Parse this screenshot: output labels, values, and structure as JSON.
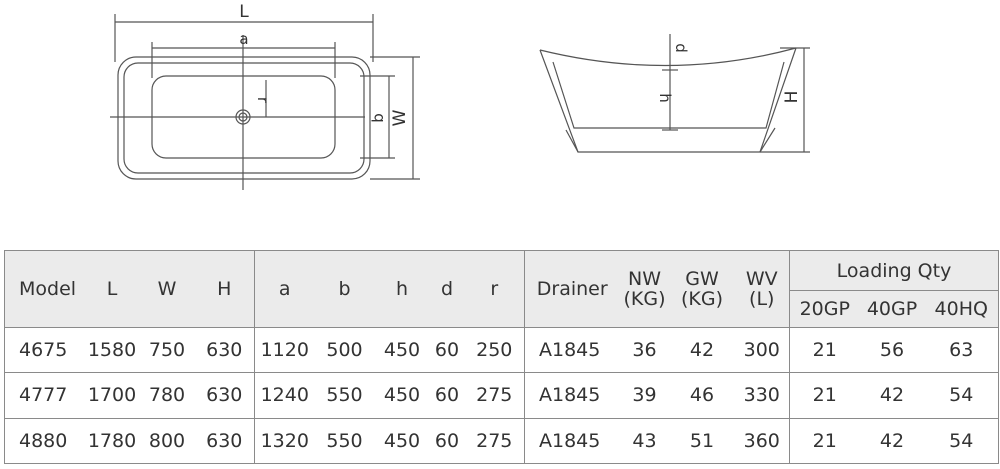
{
  "drawing": {
    "top_labels": {
      "L": "L",
      "a": "a",
      "r": "r",
      "b": "b",
      "W": "W"
    },
    "side_labels": {
      "d": "d",
      "h": "h",
      "H": "H"
    }
  },
  "table": {
    "headers": {
      "model": "Model",
      "L": "L",
      "W": "W",
      "H": "H",
      "a": "a",
      "b": "b",
      "h": "h",
      "d": "d",
      "r": "r",
      "drainer": "Drainer",
      "nw": [
        "NW",
        "(KG)"
      ],
      "gw": [
        "GW",
        "(KG)"
      ],
      "wv": [
        "WV",
        "(L)"
      ],
      "loading": "Loading Qty",
      "loading_sub": [
        "20GP",
        "40GP",
        "40HQ"
      ]
    },
    "rows": [
      [
        "4675",
        "1580",
        "750",
        "630",
        "1120",
        "500",
        "450",
        "60",
        "250",
        "A1845",
        "36",
        "42",
        "300",
        "21",
        "56",
        "63"
      ],
      [
        "4777",
        "1700",
        "780",
        "630",
        "1240",
        "550",
        "450",
        "60",
        "275",
        "A1845",
        "39",
        "46",
        "330",
        "21",
        "42",
        "54"
      ],
      [
        "4880",
        "1780",
        "800",
        "630",
        "1320",
        "550",
        "450",
        "60",
        "275",
        "A1845",
        "43",
        "51",
        "360",
        "21",
        "42",
        "54"
      ]
    ]
  }
}
